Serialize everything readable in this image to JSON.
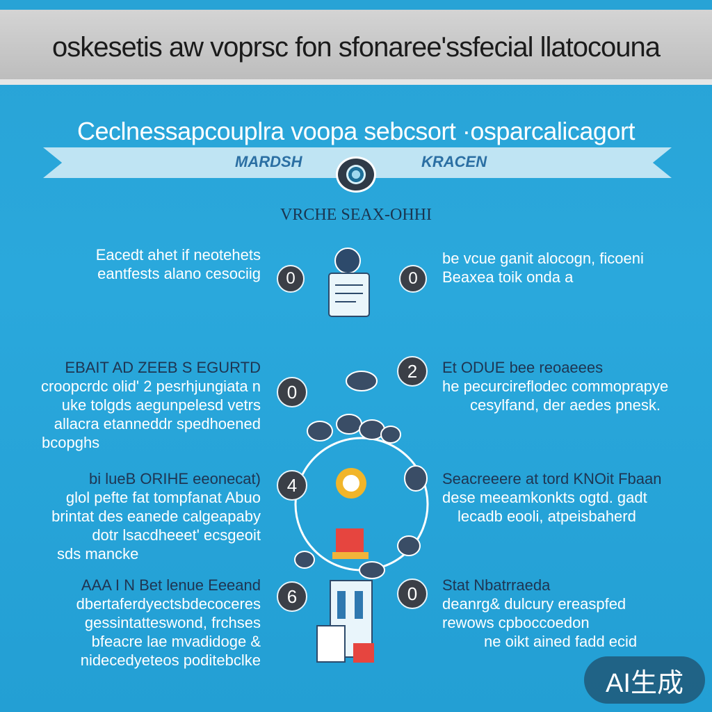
{
  "header": {
    "title": "oskesetis aw voprsc fon sfonaree'ssfecial llatocouna"
  },
  "subtitle": "Ceclnessapcouplra voopa sebcsort ·osparcalicagort",
  "ribbon": {
    "left_label": "MARDSH",
    "right_label": "KRACEN"
  },
  "section_heading": "VRCHE SEAX-OHHI",
  "steps": [
    {
      "side": "left",
      "number": "0",
      "lines": [
        "Eacedt ahet if neotehets",
        "eantfests alano cesociig"
      ]
    },
    {
      "side": "right",
      "number": "0",
      "lines": [
        "be vcue ganit alocogn, ficoeni",
        "Beaxea  toik onda a"
      ]
    },
    {
      "side": "left",
      "number": "0",
      "heading": "EBAIT AD ZEEB  S EGURTD",
      "lines": [
        "croopcrdc olid' 2 pesrhjungiata n",
        "uke tolgds aegunpelesd vetrs",
        "allacra etanneddr spedhoened",
        "bcopghs"
      ]
    },
    {
      "side": "right",
      "number": "2",
      "heading": "Et ODUE bee reoaeees",
      "lines": [
        "he pecurcireflodec commoprapye",
        "cesylfand, der aedes pnesk."
      ]
    },
    {
      "side": "left",
      "number": "4",
      "heading": "bi lueB ORIHE eeonecat)",
      "lines": [
        "glol pefte fat tompfanat Abuo",
        "brintat des eanede calgeapaby",
        "dotr lsacdheeet' ecsgeoit",
        "sds mancke"
      ]
    },
    {
      "side": "right",
      "number": "",
      "heading": "Seacreeere at tord KNOit Fbaan",
      "lines": [
        "dese meeamkonkts ogtd. gadt",
        "lecadb eooli, atpeisbaherd"
      ]
    },
    {
      "side": "left",
      "number": "6",
      "heading": "AAA I N Bet lenue Eeeand",
      "lines": [
        "dbertaferdyectsbdecoceres",
        "gessintatteswond, frchses",
        "bfeacre lae mvadidoge &",
        "nidecedyeteos poditebclke"
      ]
    },
    {
      "side": "right",
      "number": "0",
      "heading": "Stat Nbatrraeda",
      "lines": [
        "deanrg& dulcury ereaspfed",
        "rewows cpboccoedon",
        "ne oikt ained fadd ecid"
      ]
    }
  ],
  "badge": {
    "label": "AI生成"
  },
  "colors": {
    "background": "#28a3d6",
    "header_bar": "#c8c8c8",
    "ribbon": "#bfe4f3",
    "circle": "#3b3f47"
  }
}
